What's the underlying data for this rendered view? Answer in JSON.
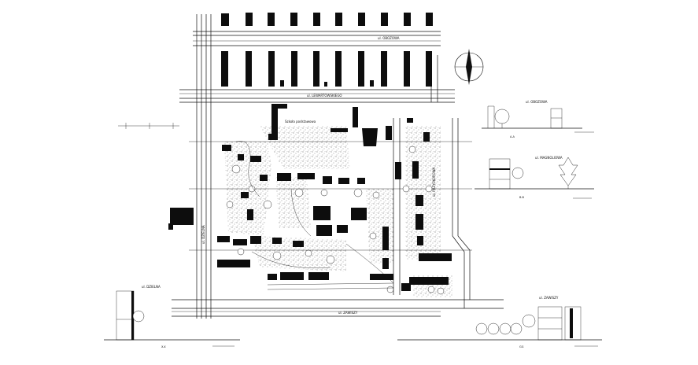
{
  "labels": {
    "street_top": "ul. OBOZOWA",
    "street_mid": "ul. LEWARTOWSKIEGO",
    "street_bottom": "ul. ZAWISZY",
    "street_west": "ul. DZIELNA",
    "street_east": "ul. PRZYOKOPOWA",
    "school": "Szkoła podstawowa",
    "section_aa_street": "ul. OBOZOWA",
    "section_aa": "A-A",
    "section_bb_street": "ul. MAGNOLIOWA",
    "section_bb": "B-B",
    "section_xx_street": "ul. DZIELNA",
    "section_xx": "X-X",
    "section_gg_street": "ul. ZAWISZY",
    "section_gg": "GG"
  },
  "colors": {
    "ink": "#0d0d0d",
    "paper": "#ffffff"
  }
}
